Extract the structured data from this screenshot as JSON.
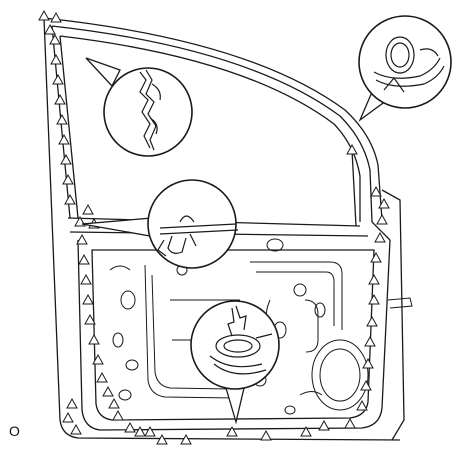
{
  "figure": {
    "corner_code": "O",
    "stroke_color": "#1a1a1a",
    "fill_color": "#ffffff",
    "marker_symbol": "triangle",
    "callout_count": 4
  }
}
